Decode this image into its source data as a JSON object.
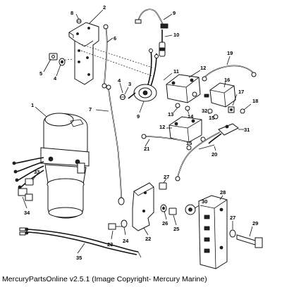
{
  "caption": "MercuryPartsOnline v2.5.1 (Image Copyright- Mercury Marine)",
  "labels": {
    "l1": "1",
    "l2": "2",
    "l3": "3",
    "l4a": "4",
    "l4b": "4",
    "l5": "5",
    "l6": "6",
    "l7": "7",
    "l8": "8",
    "l9a": "9",
    "l9b": "9",
    "l10": "10",
    "l11": "11",
    "l12a": "12",
    "l12b": "12",
    "l13": "13",
    "l14": "14",
    "l15a": "15",
    "l15b": "15",
    "l16": "16",
    "l17": "17",
    "l18": "18",
    "l19": "19",
    "l20": "20",
    "l21": "21",
    "l22": "22",
    "l23": "23",
    "l24": "24",
    "l25": "25",
    "l26": "26",
    "l27a": "27",
    "l27b": "27",
    "l28": "28",
    "l29": "29",
    "l30": "30",
    "l31": "31",
    "l32": "32",
    "l33": "33",
    "l34": "34",
    "l35": "35"
  }
}
